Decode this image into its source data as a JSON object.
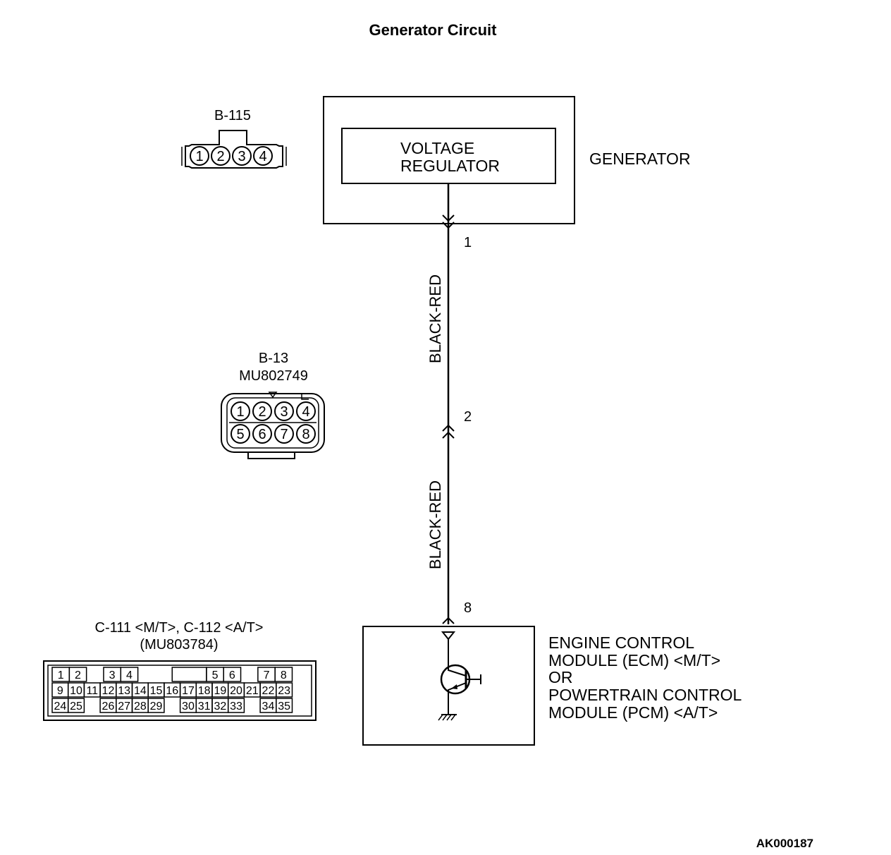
{
  "title": "Generator Circuit",
  "figure_id": "AK000187",
  "connectors": {
    "b115": {
      "name": "B-115",
      "pins": [
        "1",
        "2",
        "3",
        "4"
      ]
    },
    "b13": {
      "name": "B-13",
      "part": "MU802749",
      "pins": [
        "1",
        "2",
        "3",
        "4",
        "5",
        "6",
        "7",
        "8"
      ]
    },
    "c111": {
      "name": "C-111 <M/T>, C-112 <A/T>",
      "part": "(MU803784)",
      "rows": [
        [
          "1",
          "2",
          "",
          "3",
          "4",
          "",
          "",
          "",
          "",
          "5",
          "6",
          "",
          "7",
          "8"
        ],
        [
          "9",
          "10",
          "11",
          "12",
          "13",
          "14",
          "15",
          "16",
          "17",
          "18",
          "19",
          "20",
          "21",
          "22",
          "23"
        ],
        [
          "24",
          "25",
          "",
          "26",
          "27",
          "28",
          "29",
          "",
          "30",
          "31",
          "32",
          "33",
          "",
          "34",
          "35"
        ]
      ]
    }
  },
  "components": {
    "generator": {
      "label": "GENERATOR",
      "regulator_line1": "VOLTAGE",
      "regulator_line2": "REGULATOR"
    },
    "ecm": {
      "line1": "ENGINE CONTROL",
      "line2": "MODULE (ECM) <M/T>",
      "line3": "OR",
      "line4": "POWERTRAIN CONTROL",
      "line5": "MODULE (PCM) <A/T>"
    }
  },
  "wires": {
    "upper": {
      "color": "BLACK-RED",
      "from_pin": "1",
      "to_pin": "2"
    },
    "lower": {
      "color": "BLACK-RED",
      "from_pin": "2",
      "to_pin": "8"
    }
  }
}
